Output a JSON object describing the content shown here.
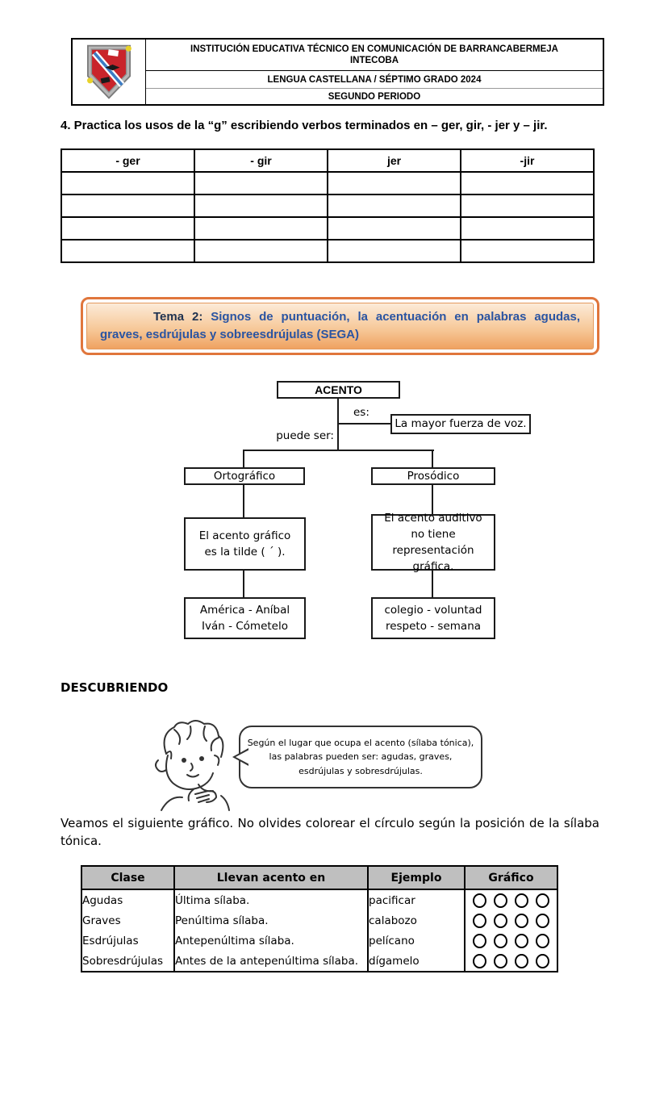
{
  "header": {
    "institution_line1": "INSTITUCIÓN EDUCATIVA TÉCNICO EN COMUNICACIÓN DE BARRANCABERMEJA",
    "institution_line2": "INTECOBA",
    "subject_line": "LENGUA CASTELLANA / SÉPTIMO GRADO 2024",
    "period_line": "SEGUNDO PERIODO",
    "logo": "school-shield-logo"
  },
  "exercise4": {
    "instruction": "4. Practica los usos de la “g” escribiendo verbos terminados en – ger, gir, - jer  y – jir.",
    "table": {
      "headers": [
        "- ger",
        "- gir",
        "jer",
        "-jir"
      ],
      "empty_rows": 4
    }
  },
  "tema2_banner": {
    "prefix": "Tema 2:",
    "text": " Signos de puntuación, la acentuación en palabras agudas, graves, esdrújulas y sobreesdrújulas (SEGA)",
    "colors": {
      "border": "#E0763C",
      "bg_top": "#FCEBD8",
      "bg_bottom": "#EFA261",
      "prefix_color": "#1F3250",
      "text_color": "#2A54A2"
    }
  },
  "concept_map": {
    "root": "ACENTO",
    "es_label": "es:",
    "definition": "La mayor fuerza de voz.",
    "puede_ser_label": "puede ser:",
    "left_branch": {
      "title": "Ortográfico",
      "description": "El acento gráfico es la tilde ( ´ ).",
      "examples_line1": "América - Aníbal",
      "examples_line2": "Iván - Cómetelo"
    },
    "right_branch": {
      "title": "Prosódico",
      "description": "El acento auditivo no tiene representación gráfica.",
      "examples_line1": "colegio - voluntad",
      "examples_line2": "respeto - semana"
    }
  },
  "descubriendo": {
    "heading": "DESCUBRIENDO",
    "character": "thinking-boy-cartoon",
    "speech_lines": [
      "Según el lugar que ocupa el acento (sílaba tónica),",
      "las palabras pueden ser: agudas, graves,",
      "esdrújulas y sobresdrújulas."
    ]
  },
  "paragraph": "Veamos el siguiente gráfico. No olvides colorear el círculo según la posición de la sílaba tónica.",
  "classification_table": {
    "headers": [
      "Clase",
      "Llevan acento en",
      "Ejemplo",
      "Gráfico"
    ],
    "header_bg": "#BFBFBF",
    "rows": [
      {
        "clase": "Agudas",
        "acento": "Última sílaba.",
        "ejemplo": "pacificar",
        "circles": 4
      },
      {
        "clase": "Graves",
        "acento": "Penúltima sílaba.",
        "ejemplo": "calabozo",
        "circles": 4
      },
      {
        "clase": "Esdrújulas",
        "acento": "Antepenúltima sílaba.",
        "ejemplo": "pelícano",
        "circles": 4
      },
      {
        "clase": "Sobresdrújulas",
        "acento": "Antes de la antepenúltima sílaba.",
        "ejemplo": "dígamelo",
        "circles": 4
      }
    ]
  }
}
